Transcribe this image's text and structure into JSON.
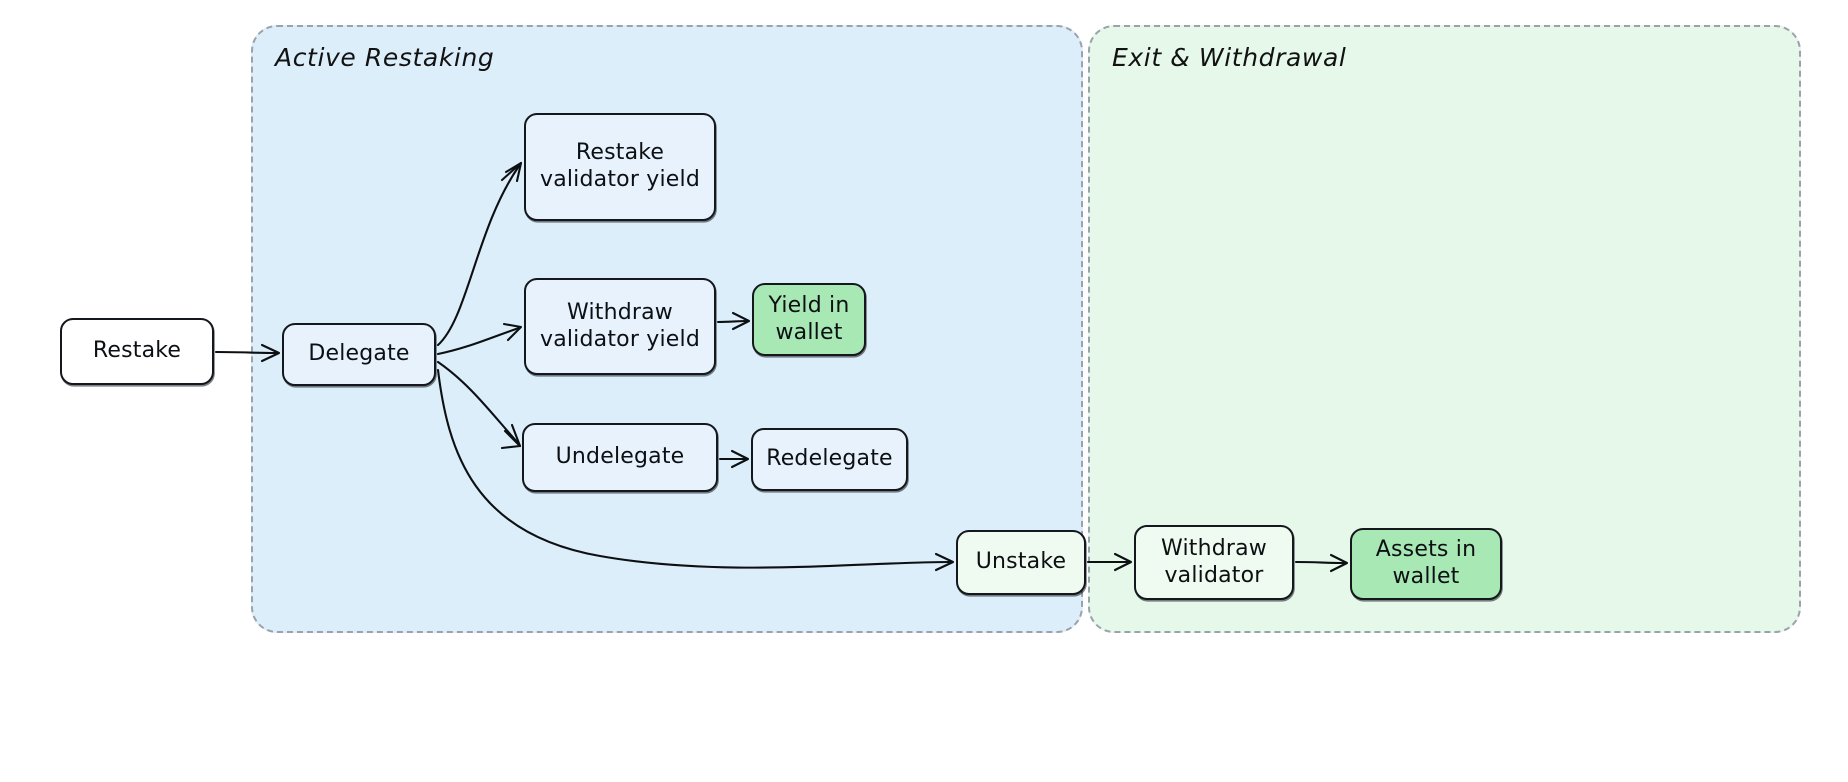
{
  "diagram": {
    "type": "flowchart",
    "title_visible": false,
    "style": "hand-drawn",
    "colors": {
      "panel_active_fill": "#ddeefb",
      "panel_exit_fill": "#e6f8ea",
      "panel_border": "#9aa3ab",
      "node_stroke": "#14181d",
      "node_fill_default": "#ffffff",
      "node_fill_on_blue": "#e7f2fd",
      "node_fill_on_green": "#effaf1",
      "node_fill_accent": "#a7e8b4",
      "edge_stroke": "#0d1013"
    },
    "groups": [
      {
        "id": "active",
        "label": "Active Restaking"
      },
      {
        "id": "exit",
        "label": "Exit & Withdrawal"
      }
    ],
    "nodes": [
      {
        "id": "restake",
        "label": "Restake",
        "group": null
      },
      {
        "id": "delegate",
        "label": "Delegate",
        "group": "active"
      },
      {
        "id": "restake_yield",
        "label": "Restake\nvalidator yield",
        "group": "active"
      },
      {
        "id": "withdraw_yield",
        "label": "Withdraw\nvalidator yield",
        "group": "active"
      },
      {
        "id": "yield_wallet",
        "label": "Yield in\nwallet",
        "group": "active",
        "accent": true
      },
      {
        "id": "undelegate",
        "label": "Undelegate",
        "group": "active"
      },
      {
        "id": "redelegate",
        "label": "Redelegate",
        "group": "active"
      },
      {
        "id": "unstake",
        "label": "Unstake",
        "group": "exit"
      },
      {
        "id": "withdraw_validator",
        "label": "Withdraw\nvalidator",
        "group": "exit"
      },
      {
        "id": "assets_wallet",
        "label": "Assets in\nwallet",
        "group": "exit",
        "accent": true
      }
    ],
    "edges": [
      {
        "from": "restake",
        "to": "delegate"
      },
      {
        "from": "delegate",
        "to": "restake_yield"
      },
      {
        "from": "delegate",
        "to": "withdraw_yield"
      },
      {
        "from": "delegate",
        "to": "undelegate"
      },
      {
        "from": "delegate",
        "to": "unstake"
      },
      {
        "from": "withdraw_yield",
        "to": "yield_wallet"
      },
      {
        "from": "undelegate",
        "to": "redelegate"
      },
      {
        "from": "unstake",
        "to": "withdraw_validator"
      },
      {
        "from": "withdraw_validator",
        "to": "assets_wallet"
      }
    ]
  }
}
